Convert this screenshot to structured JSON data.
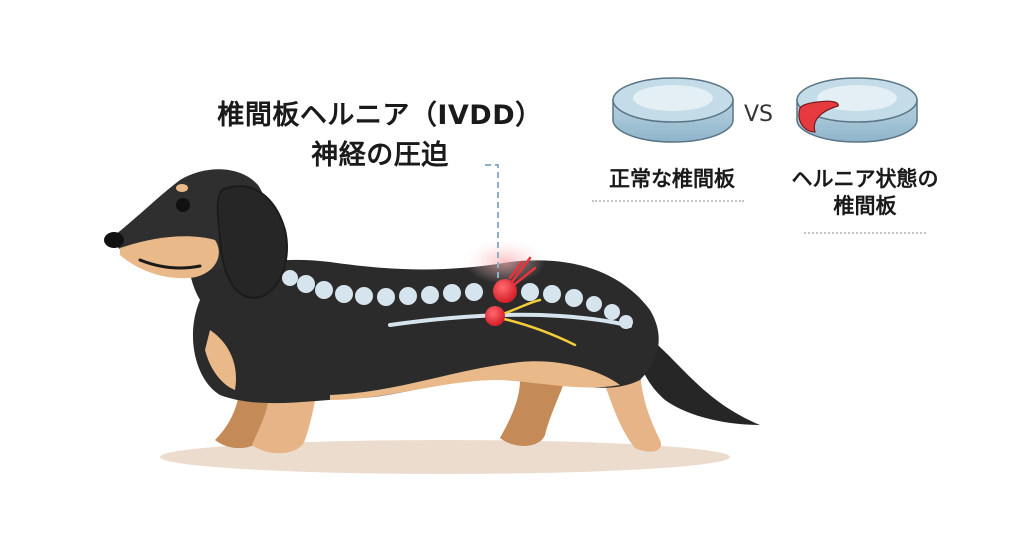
{
  "title": {
    "line1": "椎間板ヘルニア（IVDD）",
    "line2": "神経の圧迫"
  },
  "comparison": {
    "vs_label": "VS",
    "normal_disc": {
      "label": "正常な椎間板",
      "icon": "normal-disc-icon"
    },
    "herniated_disc": {
      "label_line1": "ヘルニア状態の",
      "label_line2": "椎間板",
      "icon": "herniated-disc-icon"
    }
  },
  "illustration": {
    "subject": "dachshund",
    "colors": {
      "coat": "#2b2b2b",
      "tan": "#e9b98a",
      "spine": "#d6e4ee",
      "compression": "#e8343c",
      "nerve": "#f2cc3a",
      "shadow": "#ecdccd",
      "disc": "#c4dbe8",
      "pointer_line": "#8fb0c4"
    }
  }
}
